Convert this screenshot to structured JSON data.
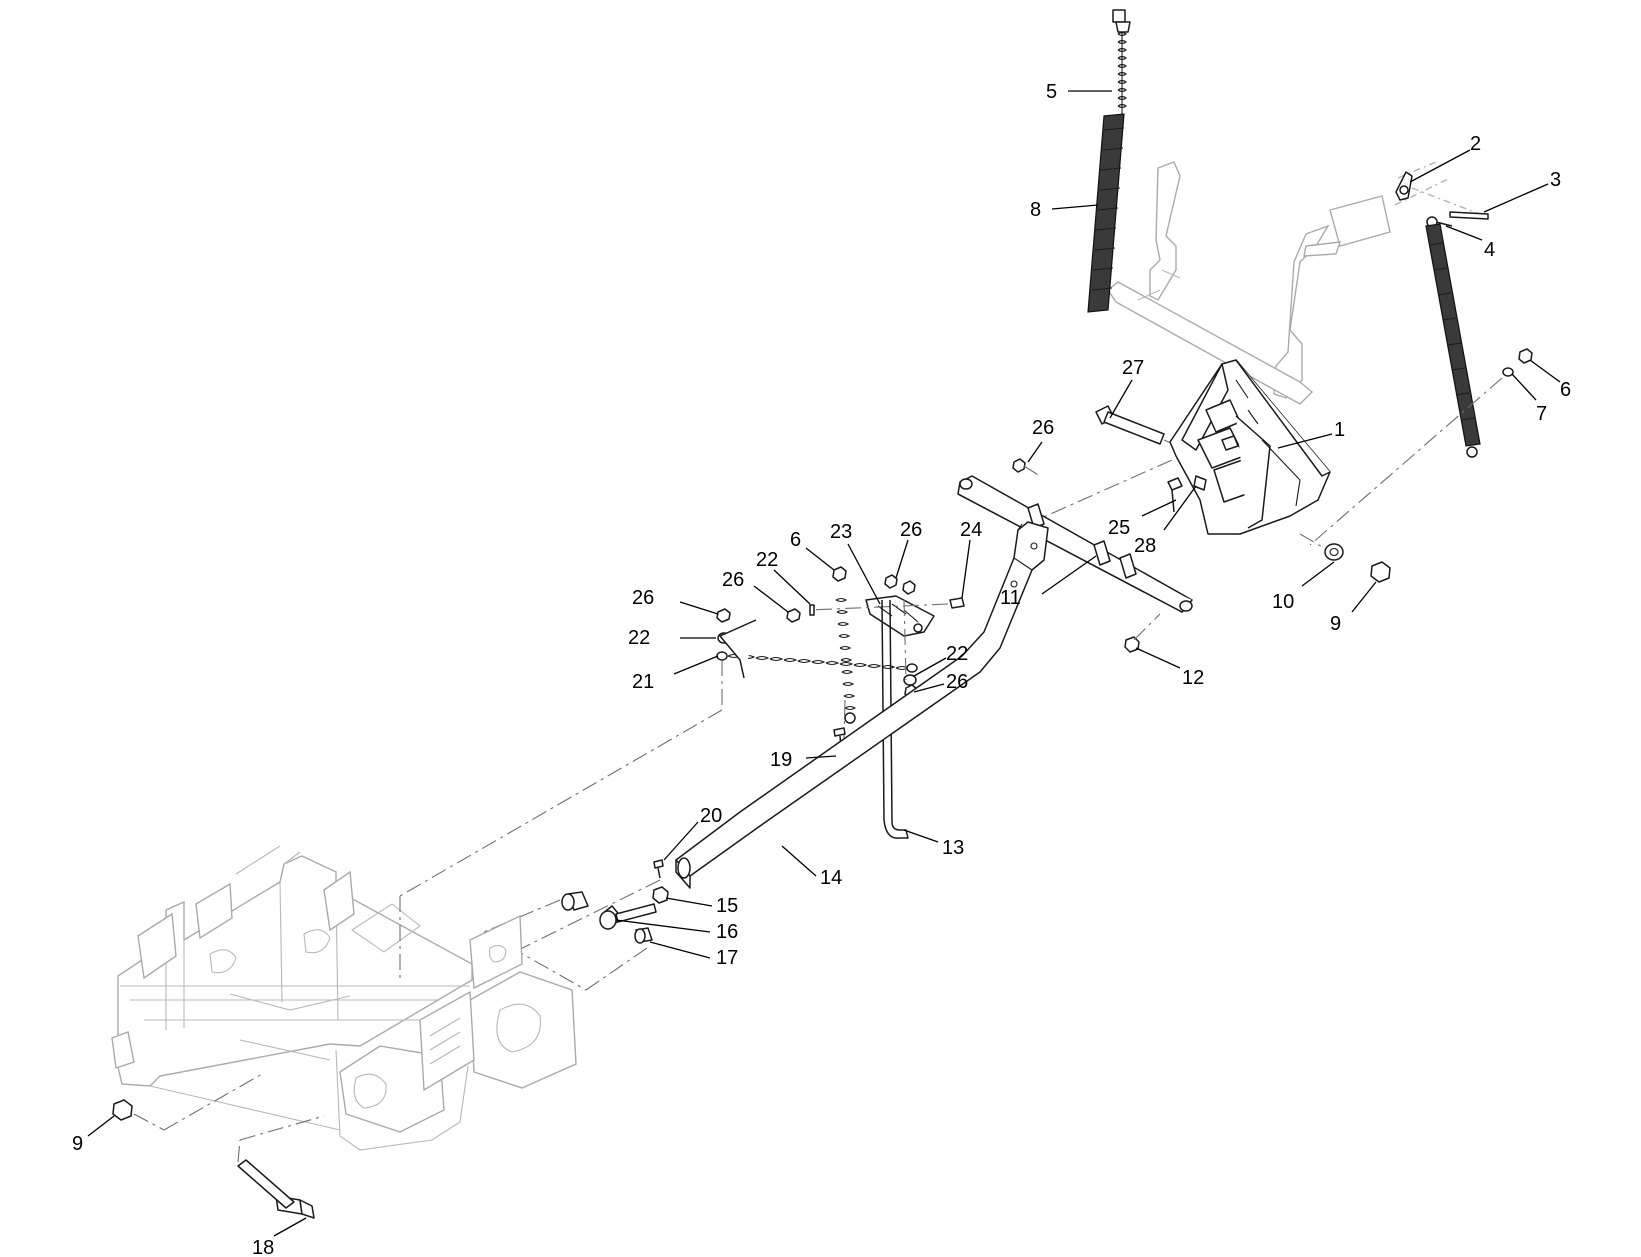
{
  "diagram": {
    "callouts": [
      {
        "id": "c5",
        "label": "5"
      },
      {
        "id": "c8",
        "label": "8"
      },
      {
        "id": "c2",
        "label": "2"
      },
      {
        "id": "c3",
        "label": "3"
      },
      {
        "id": "c4",
        "label": "4"
      },
      {
        "id": "c27",
        "label": "27"
      },
      {
        "id": "c6a",
        "label": "6"
      },
      {
        "id": "c7",
        "label": "7"
      },
      {
        "id": "c1",
        "label": "1"
      },
      {
        "id": "c26a",
        "label": "26"
      },
      {
        "id": "c25",
        "label": "25"
      },
      {
        "id": "c28",
        "label": "28"
      },
      {
        "id": "c23",
        "label": "23"
      },
      {
        "id": "c26b",
        "label": "26"
      },
      {
        "id": "c24",
        "label": "24"
      },
      {
        "id": "c22a",
        "label": "22"
      },
      {
        "id": "c6b",
        "label": "6"
      },
      {
        "id": "c26c",
        "label": "26"
      },
      {
        "id": "c11",
        "label": "11"
      },
      {
        "id": "c10",
        "label": "10"
      },
      {
        "id": "c9a",
        "label": "9"
      },
      {
        "id": "c26d",
        "label": "26"
      },
      {
        "id": "c22b",
        "label": "22"
      },
      {
        "id": "c21",
        "label": "21"
      },
      {
        "id": "c22c",
        "label": "22"
      },
      {
        "id": "c26e",
        "label": "26"
      },
      {
        "id": "c12",
        "label": "12"
      },
      {
        "id": "c19",
        "label": "19"
      },
      {
        "id": "c20",
        "label": "20"
      },
      {
        "id": "c13",
        "label": "13"
      },
      {
        "id": "c14",
        "label": "14"
      },
      {
        "id": "c15",
        "label": "15"
      },
      {
        "id": "c16",
        "label": "16"
      },
      {
        "id": "c17",
        "label": "17"
      },
      {
        "id": "c9b",
        "label": "9"
      },
      {
        "id": "c18",
        "label": "18"
      }
    ]
  }
}
